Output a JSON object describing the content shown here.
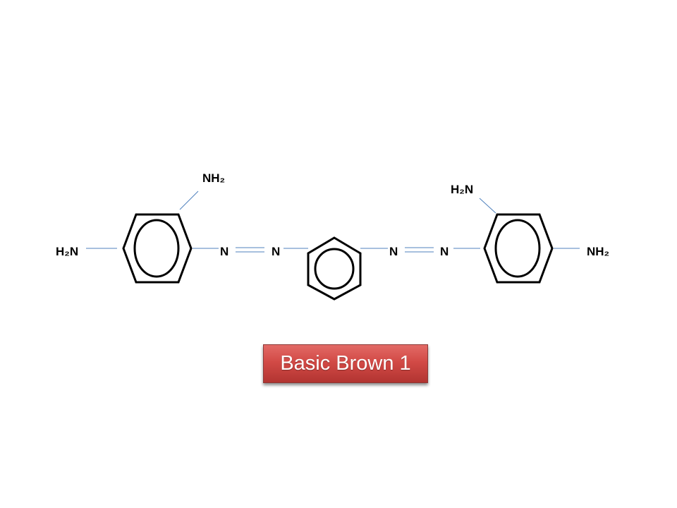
{
  "caption": "Basic Brown 1",
  "atoms": {
    "left_ring_top": "NH₂",
    "left_ring_left": "H₂N",
    "azo1_n1": "N",
    "azo1_n2": "N",
    "azo2_n1": "N",
    "azo2_n2": "N",
    "right_ring_top": "H₂N",
    "right_ring_right": "NH₂"
  },
  "colors": {
    "bond_line": "#4f81bd",
    "ring_line": "#000000",
    "caption_fill": "#d24a46",
    "caption_text": "#ffffff"
  }
}
